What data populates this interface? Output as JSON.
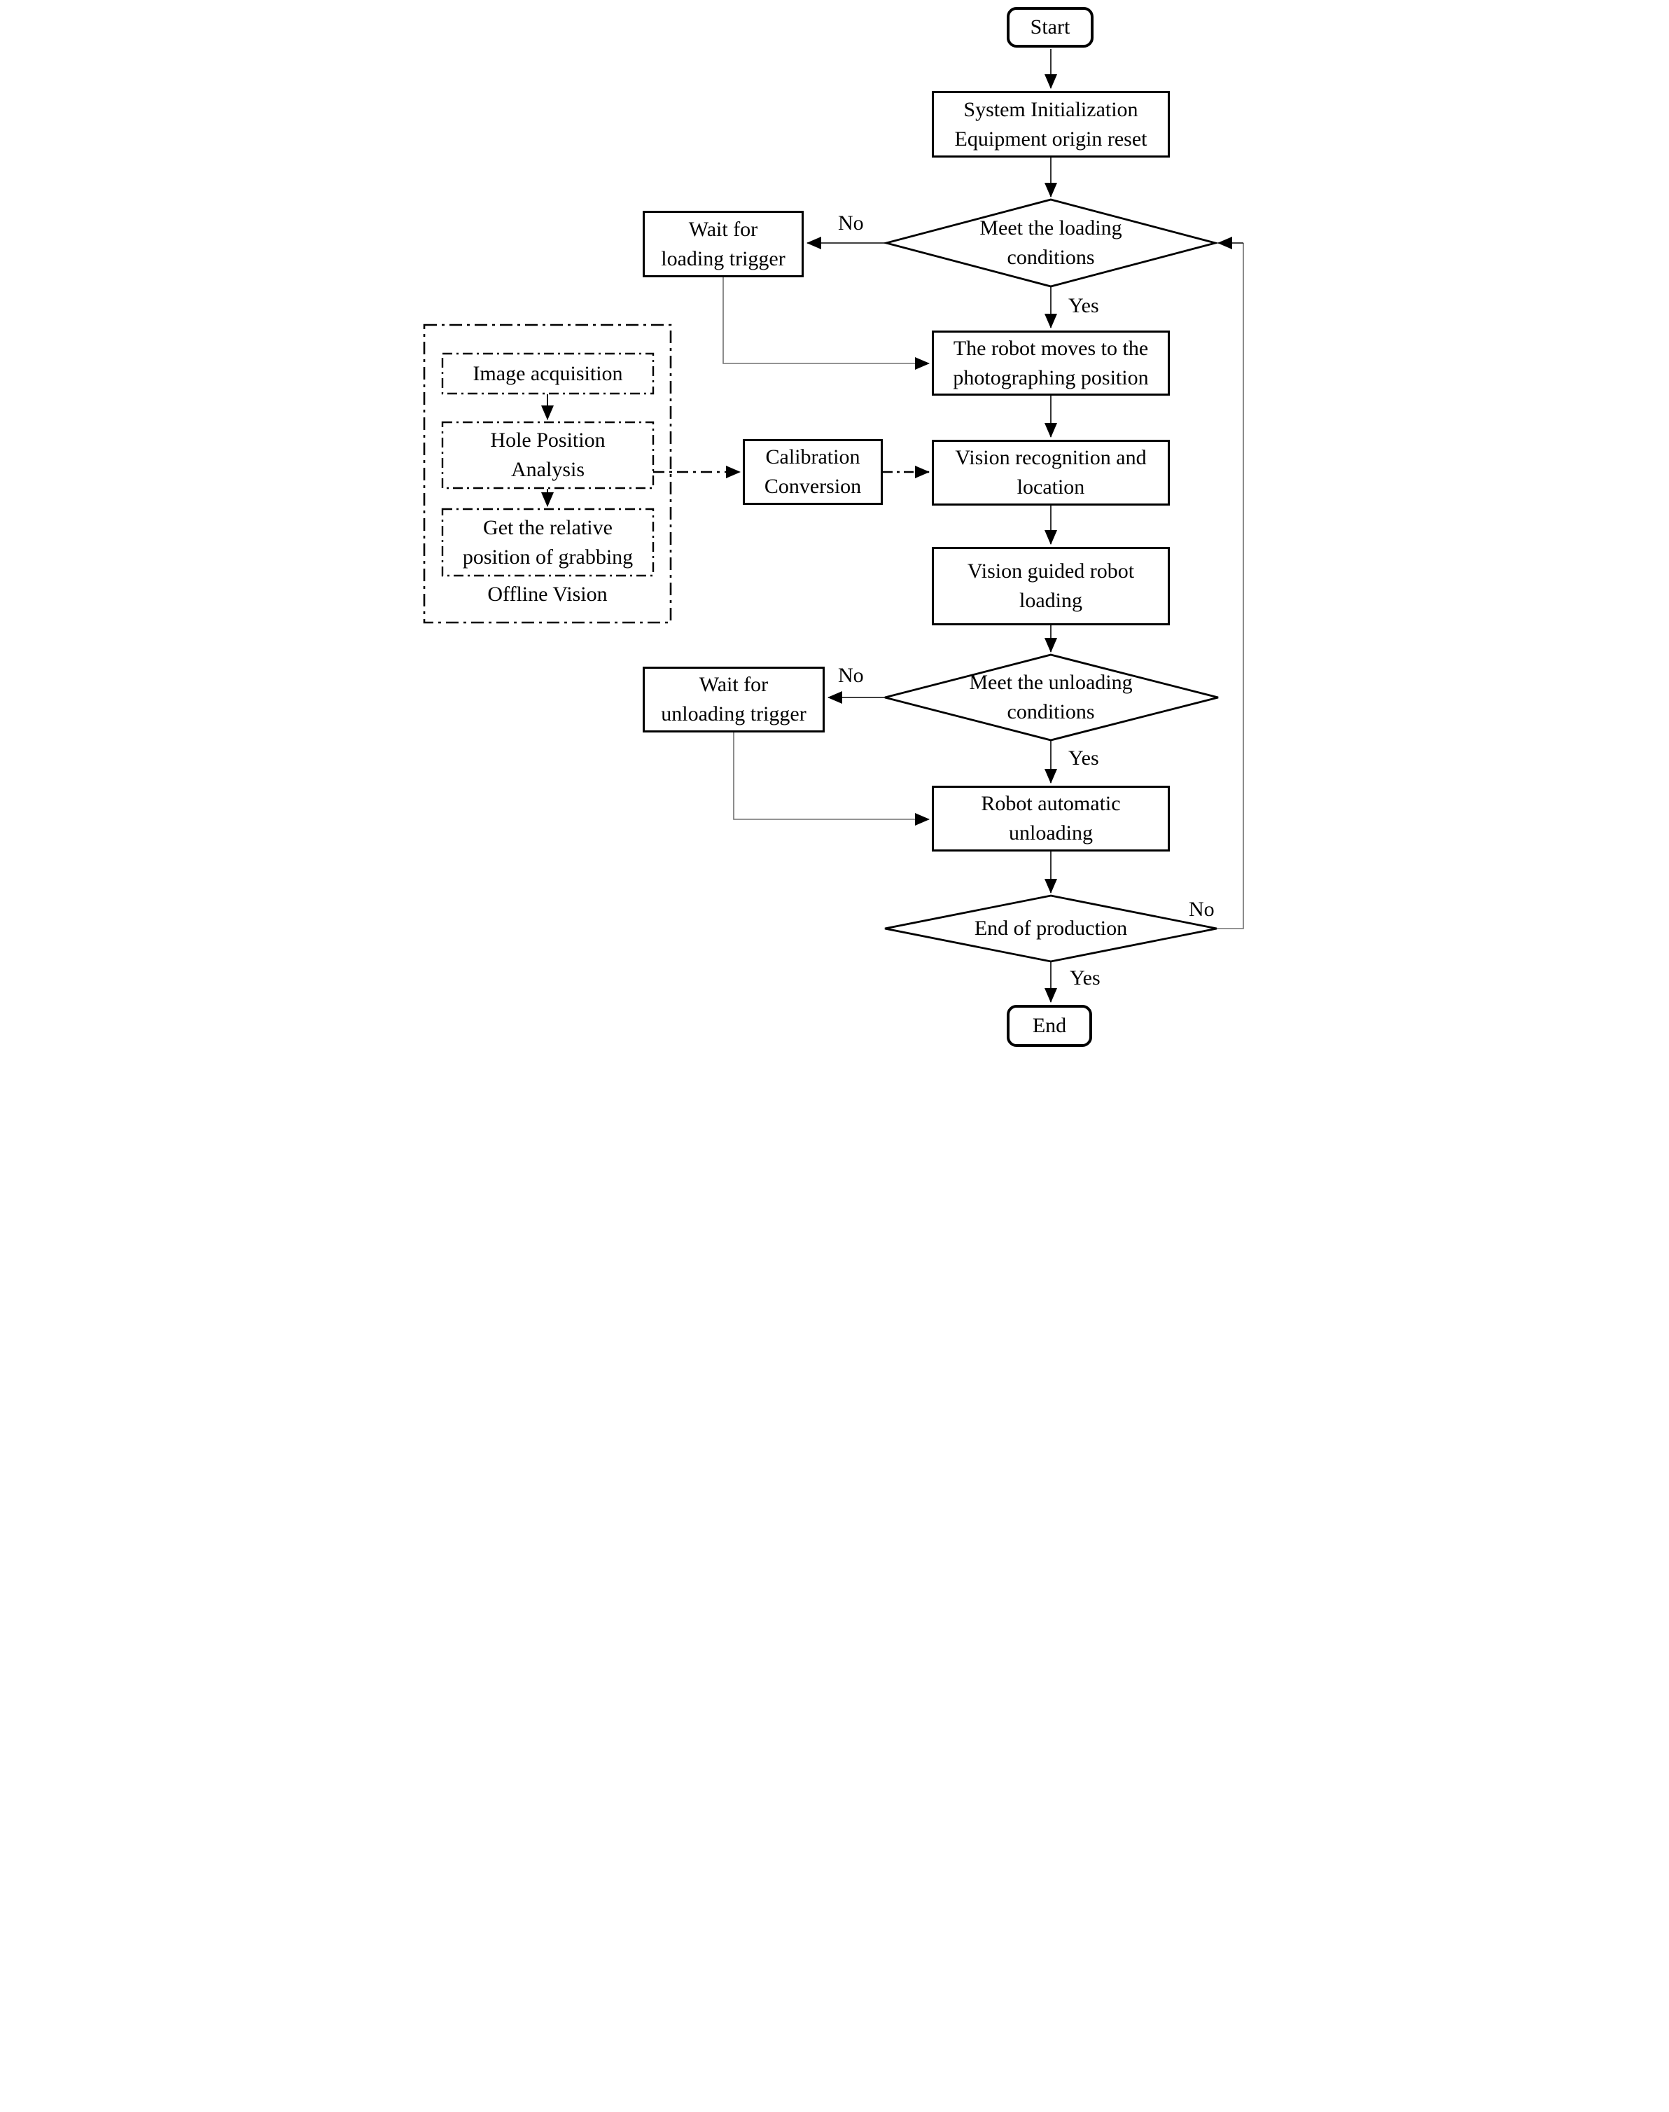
{
  "figure": {
    "title": "Robot vision-guided loading and unloading flowchart",
    "type": "flowchart"
  },
  "colors": {
    "shape_stroke": "#000000",
    "connector_gray": "#707070",
    "background": "#ffffff"
  },
  "nodes": {
    "start": {
      "label": "Start"
    },
    "system_init": {
      "lines": [
        "System Initialization",
        "Equipment origin reset"
      ]
    },
    "loading_decision": {
      "lines": [
        "Meet the loading",
        "conditions"
      ]
    },
    "wait_loading": {
      "lines": [
        "Wait for",
        "loading trigger"
      ]
    },
    "robot_moves": {
      "lines": [
        "The robot moves to the",
        "photographing position"
      ]
    },
    "vision_recognition": {
      "lines": [
        "Vision recognition and",
        "location"
      ]
    },
    "vision_loading": {
      "lines": [
        "Vision guided robot",
        "loading"
      ]
    },
    "unloading_decision": {
      "lines": [
        "Meet the unloading",
        "conditions"
      ]
    },
    "wait_unloading": {
      "lines": [
        "Wait for",
        "unloading trigger"
      ]
    },
    "robot_unloading": {
      "lines": [
        "Robot automatic",
        "unloading"
      ]
    },
    "end_decision": {
      "label": "End of production"
    },
    "end": {
      "label": "End"
    },
    "calibration": {
      "lines": [
        "Calibration",
        "Conversion"
      ]
    },
    "image_acquisition": {
      "label": "Image acquisition"
    },
    "hole_position": {
      "lines": [
        "Hole Position",
        "Analysis"
      ]
    },
    "get_relative": {
      "lines": [
        "Get the relative",
        "position of grabbing"
      ]
    },
    "offline_vision_group": {
      "label": "Offline Vision"
    }
  },
  "edge_labels": {
    "loading_no": "No",
    "loading_yes": "Yes",
    "unloading_no": "No",
    "unloading_yes": "Yes",
    "end_no": "No",
    "end_yes": "Yes"
  }
}
